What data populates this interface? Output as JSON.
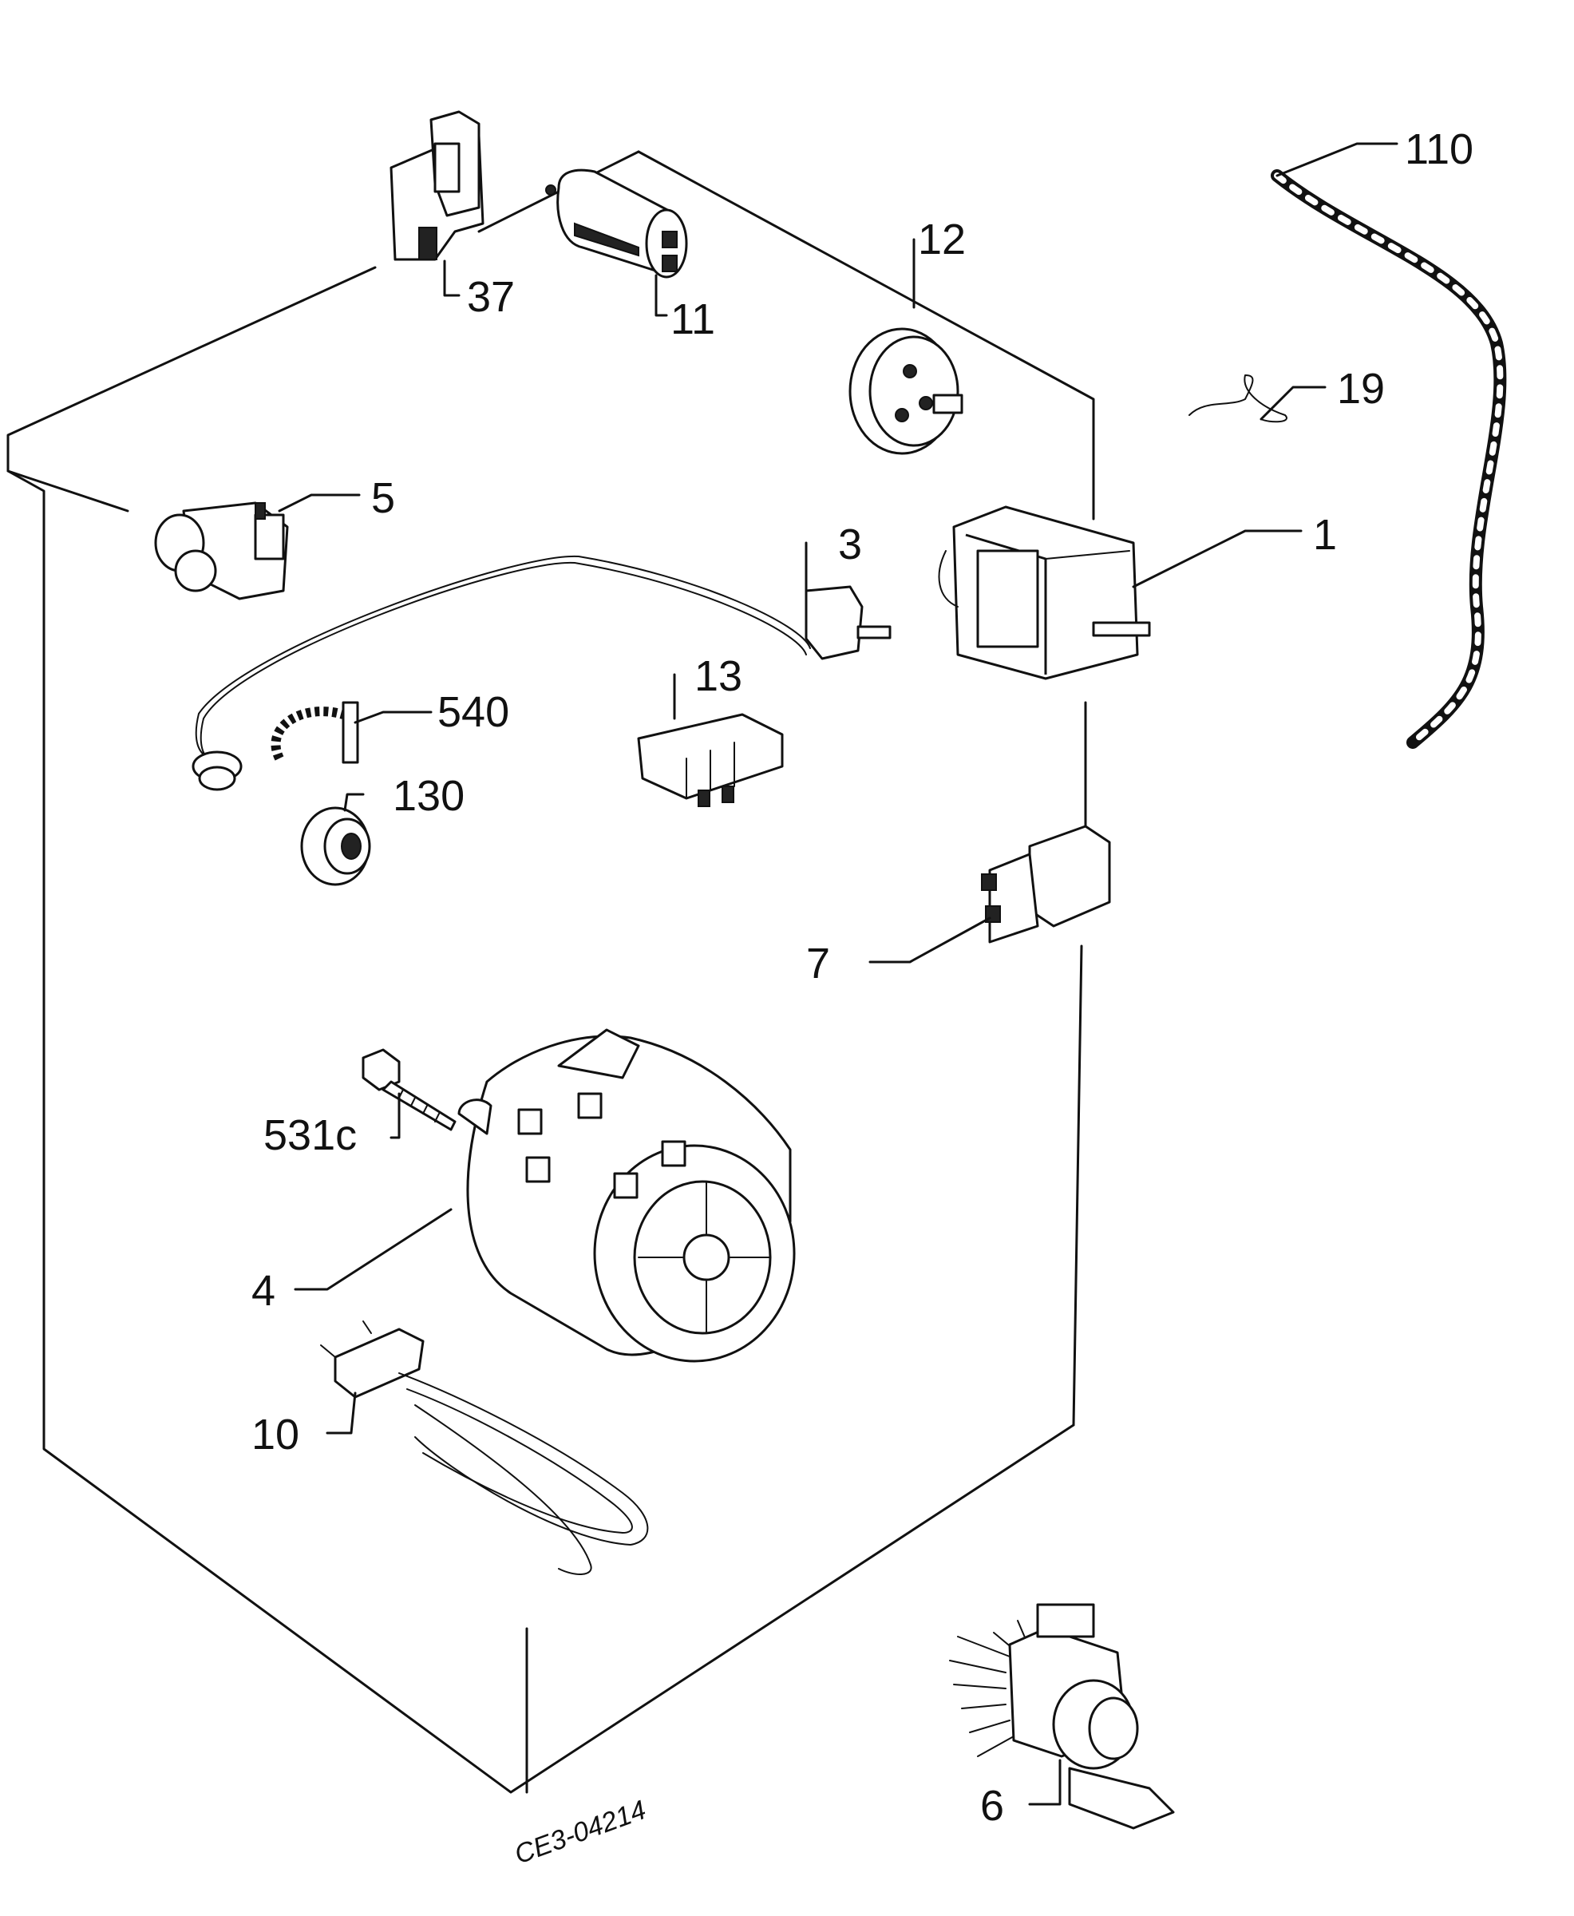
{
  "drawing_code": "CE3-04214",
  "parts": [
    {
      "id": "p110",
      "label": "110",
      "icon": "sensor-cable-icon"
    },
    {
      "id": "p12",
      "label": "12",
      "icon": "pressure-switch-icon"
    },
    {
      "id": "p37",
      "label": "37",
      "icon": "bracket-icon"
    },
    {
      "id": "p11",
      "label": "11",
      "icon": "capacitor-icon"
    },
    {
      "id": "p19",
      "label": "19",
      "icon": "clip-icon"
    },
    {
      "id": "p5",
      "label": "5",
      "icon": "solenoid-valve-icon"
    },
    {
      "id": "p3",
      "label": "3",
      "icon": "thermostat-icon"
    },
    {
      "id": "p1",
      "label": "1",
      "icon": "programmer-timer-icon"
    },
    {
      "id": "p13",
      "label": "13",
      "icon": "switch-block-icon"
    },
    {
      "id": "p540",
      "label": "540",
      "icon": "cable-clamp-icon"
    },
    {
      "id": "p130",
      "label": "130",
      "icon": "grommet-icon"
    },
    {
      "id": "p7",
      "label": "7",
      "icon": "door-interlock-icon"
    },
    {
      "id": "p531c",
      "label": "531c",
      "icon": "screw-icon"
    },
    {
      "id": "p4",
      "label": "4",
      "icon": "motor-icon"
    },
    {
      "id": "p10",
      "label": "10",
      "icon": "heating-element-icon"
    },
    {
      "id": "p6",
      "label": "6",
      "icon": "drain-pump-icon"
    }
  ]
}
